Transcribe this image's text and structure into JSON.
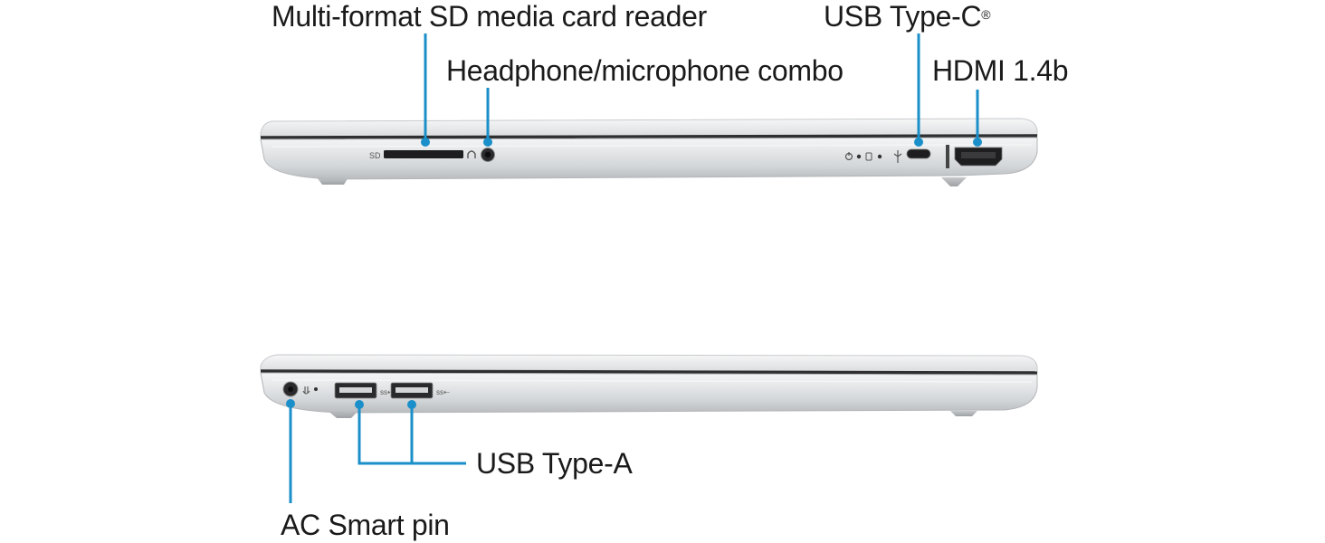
{
  "labels": {
    "sd_card": "Multi-format SD media card reader",
    "headphone": "Headphone/microphone combo",
    "usb_c": "USB Type-C",
    "usb_c_mark": "®",
    "hdmi": "HDMI 1.4b",
    "usb_a": "USB Type-A",
    "ac_pin": "AC Smart pin"
  },
  "port_marks": {
    "sd": "SD"
  },
  "colors": {
    "callout": "#1a8fc9",
    "chassis_light": "#eeeff0",
    "chassis_mid": "#d6d8da",
    "chassis_shadow": "#a9acaf",
    "seam": "#2f2f31",
    "port": "#1e1e20",
    "text": "#1a1a1a"
  }
}
